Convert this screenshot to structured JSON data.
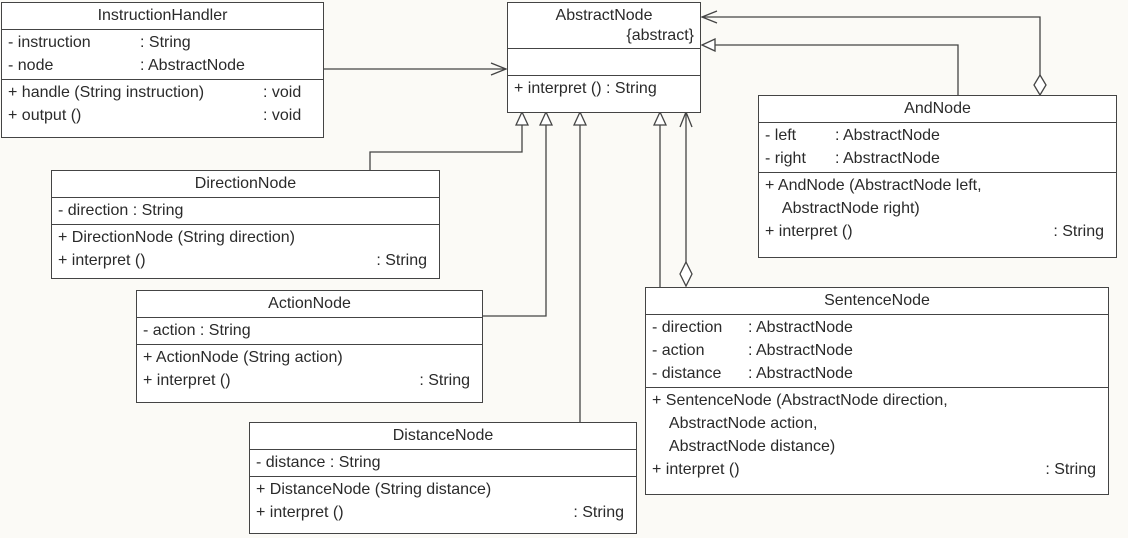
{
  "instruction_handler": {
    "name": "InstructionHandler",
    "attributes": [
      {
        "text": "- instruction",
        "type": ": String"
      },
      {
        "text": "- node",
        "type": ": AbstractNode"
      }
    ],
    "operations": [
      {
        "text": "+ handle (String instruction)",
        "type": ": void"
      },
      {
        "text": "+ output ()",
        "type": ": void"
      }
    ]
  },
  "abstract_node": {
    "name": "AbstractNode",
    "stereotype": "{abstract}",
    "operations": [
      {
        "text": "+ interpret () : String",
        "type": ""
      }
    ]
  },
  "direction_node": {
    "name": "DirectionNode",
    "attributes": [
      {
        "text": "- direction : String",
        "type": ""
      }
    ],
    "operations": [
      {
        "text": "+ DirectionNode (String direction)",
        "type": ""
      },
      {
        "text": "+ interpret ()",
        "type": ": String"
      }
    ]
  },
  "action_node": {
    "name": "ActionNode",
    "attributes": [
      {
        "text": "- action : String",
        "type": ""
      }
    ],
    "operations": [
      {
        "text": "+ ActionNode (String action)",
        "type": ""
      },
      {
        "text": "+ interpret ()",
        "type": ": String"
      }
    ]
  },
  "distance_node": {
    "name": "DistanceNode",
    "attributes": [
      {
        "text": "- distance : String",
        "type": ""
      }
    ],
    "operations": [
      {
        "text": "+ DistanceNode (String distance)",
        "type": ""
      },
      {
        "text": "+ interpret ()",
        "type": ": String"
      }
    ]
  },
  "and_node": {
    "name": "AndNode",
    "attributes": [
      {
        "text": "- left",
        "type": ": AbstractNode"
      },
      {
        "text": "- right",
        "type": ": AbstractNode"
      }
    ],
    "operations": [
      {
        "text": "+ AndNode (AbstractNode left,",
        "type": ""
      },
      {
        "text": "    AbstractNode right)",
        "type": ""
      },
      {
        "text": "+ interpret ()",
        "type": ": String"
      }
    ]
  },
  "sentence_node": {
    "name": "SentenceNode",
    "attributes": [
      {
        "text": "- direction",
        "type": ": AbstractNode"
      },
      {
        "text": "- action",
        "type": ": AbstractNode"
      },
      {
        "text": "- distance",
        "type": ": AbstractNode"
      }
    ],
    "operations": [
      {
        "text": "+ SentenceNode (AbstractNode direction,",
        "type": ""
      },
      {
        "text": "    AbstractNode action,",
        "type": ""
      },
      {
        "text": "    AbstractNode distance)",
        "type": ""
      },
      {
        "text": "+ interpret ()",
        "type": ": String"
      }
    ]
  },
  "colors": {
    "line": "#444444",
    "text": "#2a2a2a",
    "background": "#fbfaf6"
  }
}
